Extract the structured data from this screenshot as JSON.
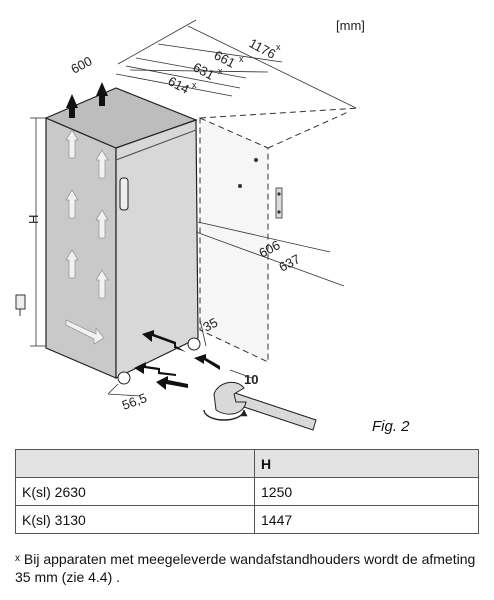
{
  "diagram": {
    "unit_label": "[mm]",
    "dim_1176": "1176",
    "dim_661": "661",
    "dim_631": "631",
    "dim_614": "614",
    "dim_600": "600",
    "dim_H": "H",
    "dim_606": "606",
    "dim_637": "637",
    "dim_35": "35",
    "dim_56_5": "56,5",
    "dim_10": "10",
    "marker_x": "x"
  },
  "figure_caption": "Fig. 2",
  "table": {
    "headers": [
      "",
      "H"
    ],
    "rows": [
      [
        "K(sl) 2630",
        "1250"
      ],
      [
        "K(sl) 3130",
        "1447"
      ]
    ]
  },
  "footnote": {
    "marker": "x",
    "text": " Bij apparaten met meegeleverde wandafstandhouders wordt de afmeting 35 mm (zie 4.4) ."
  }
}
